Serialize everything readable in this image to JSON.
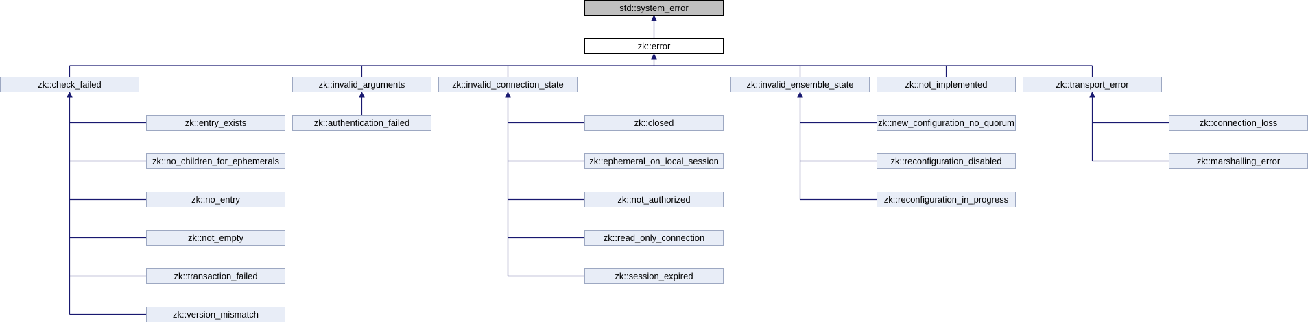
{
  "colors": {
    "node_fill": "#e8edf7",
    "node_stroke": "#9da8c2",
    "root_fill": "#bfbfbf",
    "root_stroke": "#000000",
    "current_fill": "#ffffff",
    "current_stroke": "#000000",
    "edge": "#191970"
  },
  "nodes": [
    {
      "id": "system_error",
      "label": "std::system_error",
      "style": "root"
    },
    {
      "id": "error",
      "label": "zk::error",
      "style": "current"
    },
    {
      "id": "check_failed",
      "label": "zk::check_failed"
    },
    {
      "id": "invalid_arguments",
      "label": "zk::invalid_arguments"
    },
    {
      "id": "invalid_connection_state",
      "label": "zk::invalid_connection_state"
    },
    {
      "id": "invalid_ensemble_state",
      "label": "zk::invalid_ensemble_state"
    },
    {
      "id": "not_implemented",
      "label": "zk::not_implemented"
    },
    {
      "id": "transport_error",
      "label": "zk::transport_error"
    },
    {
      "id": "entry_exists",
      "label": "zk::entry_exists"
    },
    {
      "id": "no_children_for_ephemerals",
      "label": "zk::no_children_for_ephemerals"
    },
    {
      "id": "no_entry",
      "label": "zk::no_entry"
    },
    {
      "id": "not_empty",
      "label": "zk::not_empty"
    },
    {
      "id": "transaction_failed",
      "label": "zk::transaction_failed"
    },
    {
      "id": "version_mismatch",
      "label": "zk::version_mismatch"
    },
    {
      "id": "authentication_failed",
      "label": "zk::authentication_failed"
    },
    {
      "id": "closed",
      "label": "zk::closed"
    },
    {
      "id": "ephemeral_on_local_session",
      "label": "zk::ephemeral_on_local_session"
    },
    {
      "id": "not_authorized",
      "label": "zk::not_authorized"
    },
    {
      "id": "read_only_connection",
      "label": "zk::read_only_connection"
    },
    {
      "id": "session_expired",
      "label": "zk::session_expired"
    },
    {
      "id": "new_configuration_no_quorum",
      "label": "zk::new_configuration_no_quorum"
    },
    {
      "id": "reconfiguration_disabled",
      "label": "zk::reconfiguration_disabled"
    },
    {
      "id": "reconfiguration_in_progress",
      "label": "zk::reconfiguration_in_progress"
    },
    {
      "id": "connection_loss",
      "label": "zk::connection_loss"
    },
    {
      "id": "marshalling_error",
      "label": "zk::marshalling_error"
    }
  ],
  "edges": [
    {
      "from": "error",
      "to": "system_error"
    },
    {
      "from": "check_failed",
      "to": "error"
    },
    {
      "from": "invalid_arguments",
      "to": "error"
    },
    {
      "from": "invalid_connection_state",
      "to": "error"
    },
    {
      "from": "invalid_ensemble_state",
      "to": "error"
    },
    {
      "from": "not_implemented",
      "to": "error"
    },
    {
      "from": "transport_error",
      "to": "error"
    },
    {
      "from": "entry_exists",
      "to": "check_failed"
    },
    {
      "from": "no_children_for_ephemerals",
      "to": "check_failed"
    },
    {
      "from": "no_entry",
      "to": "check_failed"
    },
    {
      "from": "not_empty",
      "to": "check_failed"
    },
    {
      "from": "transaction_failed",
      "to": "check_failed"
    },
    {
      "from": "version_mismatch",
      "to": "check_failed"
    },
    {
      "from": "authentication_failed",
      "to": "invalid_arguments"
    },
    {
      "from": "closed",
      "to": "invalid_connection_state"
    },
    {
      "from": "ephemeral_on_local_session",
      "to": "invalid_connection_state"
    },
    {
      "from": "not_authorized",
      "to": "invalid_connection_state"
    },
    {
      "from": "read_only_connection",
      "to": "invalid_connection_state"
    },
    {
      "from": "session_expired",
      "to": "invalid_connection_state"
    },
    {
      "from": "new_configuration_no_quorum",
      "to": "invalid_ensemble_state"
    },
    {
      "from": "reconfiguration_disabled",
      "to": "invalid_ensemble_state"
    },
    {
      "from": "reconfiguration_in_progress",
      "to": "invalid_ensemble_state"
    },
    {
      "from": "connection_loss",
      "to": "transport_error"
    },
    {
      "from": "marshalling_error",
      "to": "transport_error"
    }
  ]
}
